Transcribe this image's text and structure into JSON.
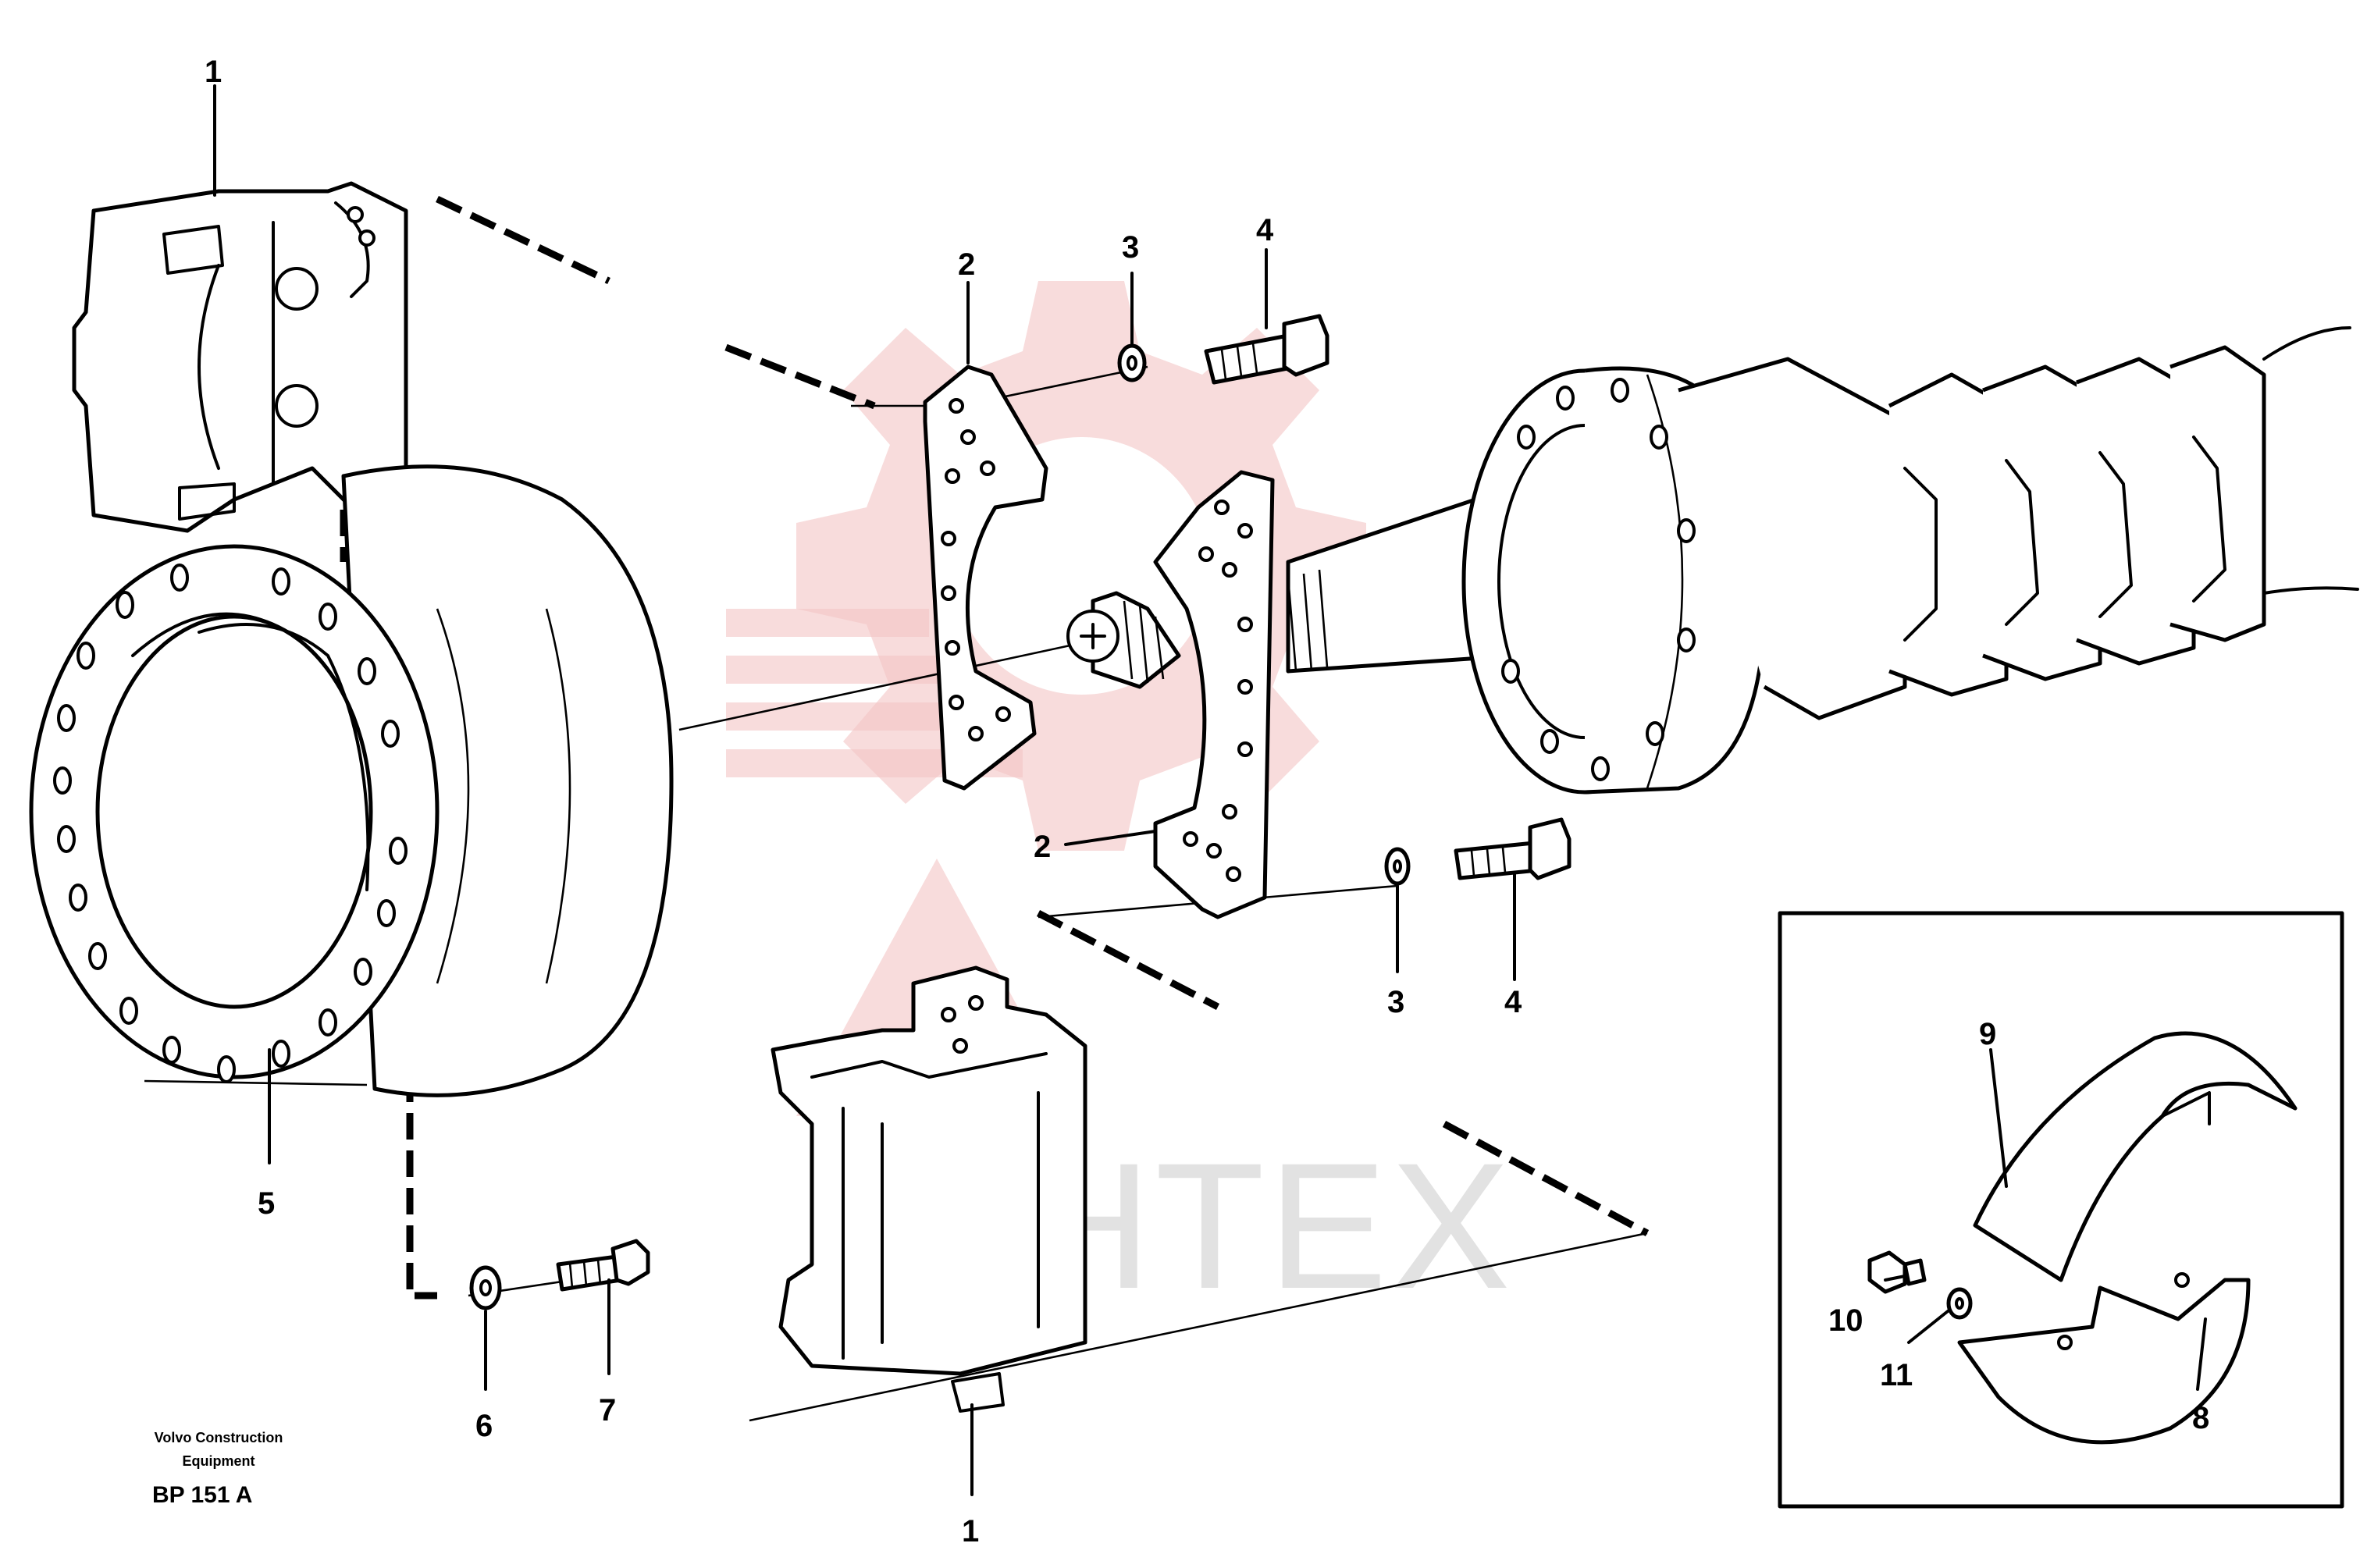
{
  "watermark": {
    "text": "ИНТЕХ",
    "gear_color": "#f3c4c4",
    "text_color": "#d9d9d9"
  },
  "caption": {
    "line1": "Volvo Construction",
    "line2": "Equipment",
    "code": "BP 151 A"
  },
  "callouts": {
    "c1_top": "1",
    "c1_bottom": "1",
    "c2_top": "2",
    "c2_bottom": "2",
    "c3_top": "3",
    "c3_bottom": "3",
    "c4_top": "4",
    "c4_bottom": "4",
    "c5": "5",
    "c6": "6",
    "c7": "7",
    "c8": "8",
    "c9": "9",
    "c10": "10",
    "c11": "11"
  }
}
